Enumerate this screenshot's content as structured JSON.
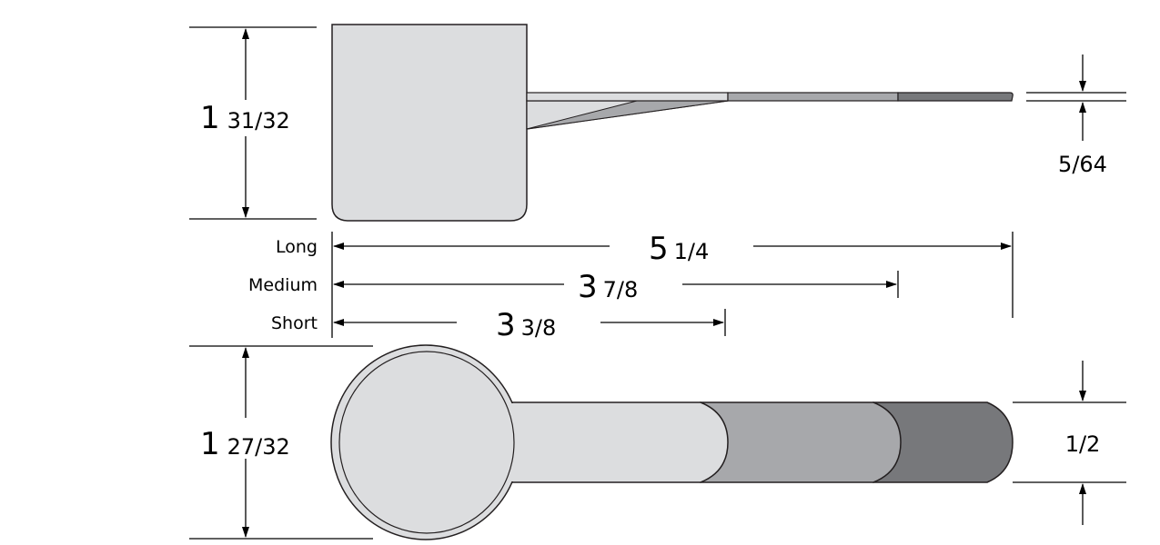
{
  "title": "Measuring scoop dimensions",
  "colors": {
    "light": "#dcdddf",
    "medium": "#a7a8ab",
    "dark": "#77787b",
    "outline": "#231f20"
  },
  "dimensions": {
    "cup_height": {
      "whole": "1",
      "fraction": "31/32"
    },
    "handle_thickness": {
      "text": "5/64"
    },
    "bowl_width": {
      "whole": "1",
      "fraction": "27/32"
    },
    "handle_width": {
      "text": "1/2"
    }
  },
  "lengths": [
    {
      "label": "Long",
      "whole": "5",
      "fraction": "1/4"
    },
    {
      "label": "Medium",
      "whole": "3",
      "fraction": "7/8"
    },
    {
      "label": "Short",
      "whole": "3",
      "fraction": "3/8"
    }
  ]
}
